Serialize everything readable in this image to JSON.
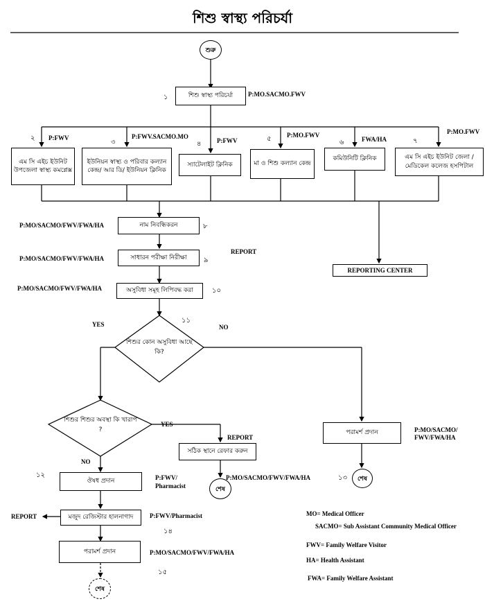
{
  "title": "শিশু স্বাস্থ্য পরিচর্যা",
  "start": "শুরু",
  "end": "শেষ",
  "nodes": {
    "n1": {
      "num": "১",
      "label": "শিশু স্বাস্থ্য পরিচর্যা",
      "resp": "P:MO.SACMO.FWV"
    },
    "n2": {
      "num": "২",
      "label": "এম সি এইচ ইউনিট উপজেলা স্বাস্থ্য কমপ্লেক্স",
      "resp": "P:FWV"
    },
    "n3": {
      "num": "৩",
      "label": "ইউনিয়ন স্বাস্থ্য ও পরিবার কল্যান কেন্দ্র/ আর ডি/ ইউনিয়ন ক্লিনিক",
      "resp": "P:FWV.SACMO.MO"
    },
    "n4": {
      "num": "৪",
      "label": "স্যাটেলাইট ক্লিনিক",
      "resp": "P:FWV"
    },
    "n5": {
      "num": "৫",
      "label": "মা ও শিশু কল্যান কেন্দ্র",
      "resp": "P:MO.FWV"
    },
    "n6": {
      "num": "৬",
      "label": "কমিউনিটি ক্লিনিক",
      "resp": "FWA/HA"
    },
    "n7": {
      "num": "৭",
      "label": "এম সি এইচ ইউনিট জেলা / মেডিকেল কলেজ হসপিটাল",
      "resp": "P:MO.FWV"
    },
    "n8": {
      "num": "৮",
      "label": "নাম নিবন্ধিকরন",
      "resp": "P:MO/SACMO/FWV/FWA/HA"
    },
    "n9": {
      "num": "৯",
      "label": "সাধারন পরীক্ষা নিরীক্ষা",
      "resp": "P:MO/SACMO/FWV/FWA/HA",
      "report": "REPORT"
    },
    "n10": {
      "num": "১০",
      "label": "অসুবিধা সমূহ লিপিবদ্ধ করা",
      "resp": "P:MO/SACMO/FWV/FWA/HA"
    },
    "n11": {
      "num": "১১",
      "label": "শিশুর কোন অসুবিধা আছে কি?",
      "yes": "YES",
      "no": "NO"
    },
    "n12": {
      "num": "১২",
      "label": "ঔষধ প্রদান",
      "resp": "P:FWV/ Pharmacist"
    },
    "n13": {
      "num": "১৩",
      "label": "পরামর্শ প্রদান",
      "resp": "P:MO/SACMO/ FWV/FWA/HA"
    },
    "n14": {
      "num": "১৪",
      "label": "মজুদ রেজিস্টার হালনাগাদ",
      "resp": "P:FWV/Pharmacist",
      "report": "REPORT"
    },
    "n15": {
      "num": "১৫",
      "label": "পরামর্শ প্রদান",
      "resp": "P:MO/SACMO/FWV/FWA/HA"
    },
    "condition": {
      "label": "শিশুর শিশুর অবস্থা কি খারাপ ?",
      "yes": "YES",
      "no": "NO"
    },
    "refer": {
      "label": "সঠিক স্থানে রেফার করুন",
      "report": "REPORT",
      "resp": "P:MO/SACMO/FWV/FWA/HA"
    },
    "reporting_center": {
      "label": "REPORTING CENTER"
    }
  },
  "legend": [
    "MO= Medical Officer",
    "SACMO= Sub Assistant Community Medical Officer",
    "FWV= Family Welfare Visitor",
    "HA= Health Assistant",
    "FWA= Family Welfare Assistant"
  ]
}
